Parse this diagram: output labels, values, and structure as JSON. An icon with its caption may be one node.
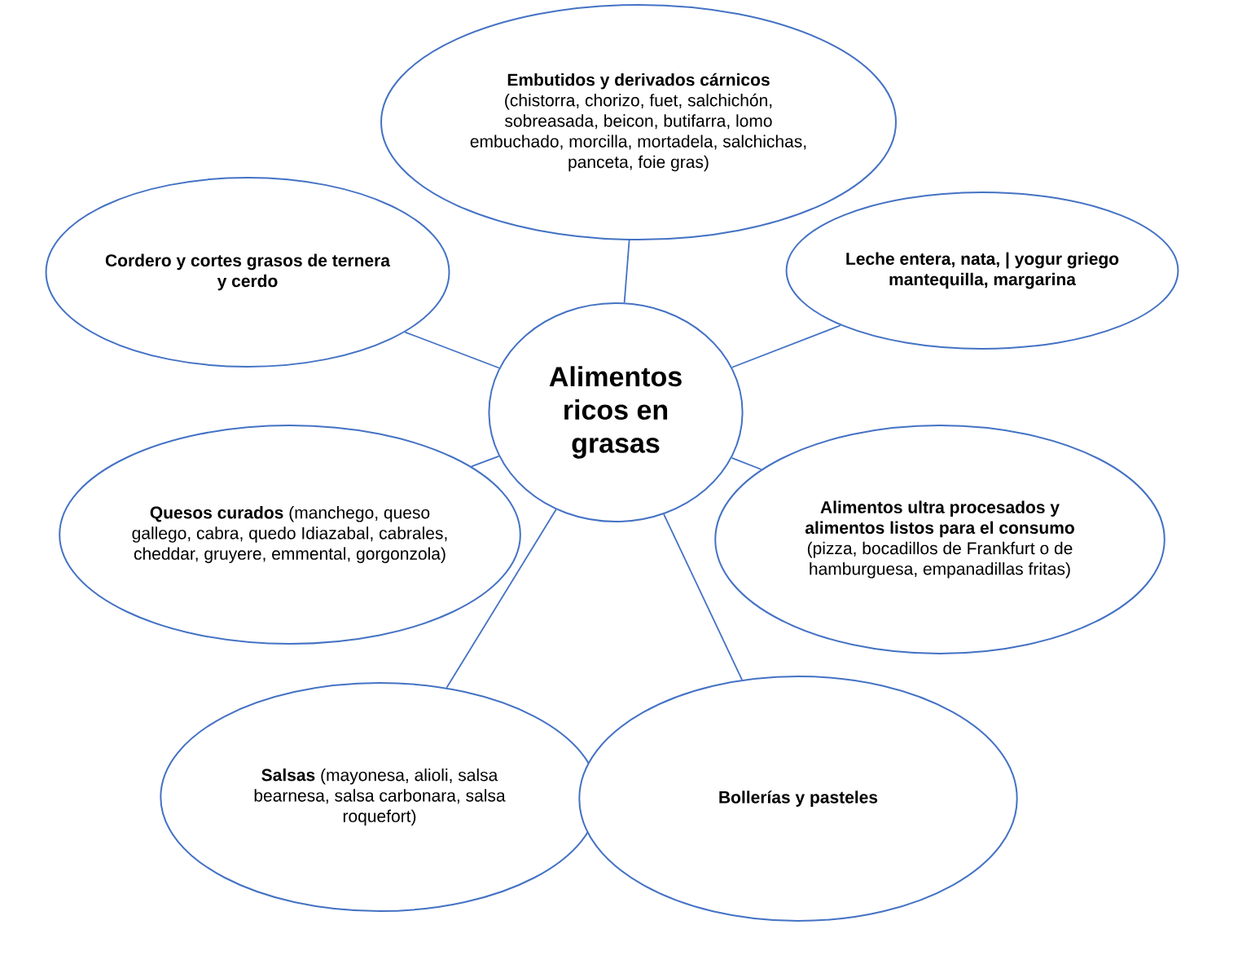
{
  "diagram": {
    "nodes": [
      {
        "text": [
          "Alimentos ricos en grasas"
        ]
      },
      {
        "text": [
          "Embutidos y derivados cárnicos",
          "(chistorra, chorizo, fuet, salchichón, sobreasada, beicon, butifarra, lomo embuchado, morcilla, mortadela, salchichas, panceta, foie gras)"
        ]
      },
      {
        "text": [
          "Cordero y cortes grasos de ternera y cerdo"
        ]
      },
      {
        "text": [
          "Leche entera, nata, | yogur griego mantequilla, margarina"
        ]
      },
      {
        "text": [
          "**Quesos curados** (manchego, queso gallego, cabra, quedo Idiazabal, cabrales, cheddar, gruyere, emmental, gorgonzola)"
        ]
      },
      {
        "text": [
          "**Alimentos ultra procesados y alimentos listos para el consumo** (pizza, bocadillos de Frankfurt o de hamburguesa, empanadillas fritas)"
        ]
      },
      {
        "text": [
          "**Salsas** (mayonesa, alioli, salsa bearnesa, salsa carbonara, salsa roquefort)"
        ]
      },
      {
        "text": [
          "Bollerías y pasteles"
        ]
      }
    ],
    "edges": [
      {
        "from": 0,
        "to": 1,
        "arrow": "none"
      },
      {
        "from": 0,
        "to": 2,
        "arrow": "none"
      },
      {
        "from": 0,
        "to": 3,
        "arrow": "none"
      },
      {
        "from": 0,
        "to": 4,
        "arrow": "none"
      },
      {
        "from": 0,
        "to": 5,
        "arrow": "none"
      },
      {
        "from": 0,
        "to": 6,
        "arrow": "none"
      },
      {
        "from": 0,
        "to": 7,
        "arrow": "none"
      }
    ]
  }
}
